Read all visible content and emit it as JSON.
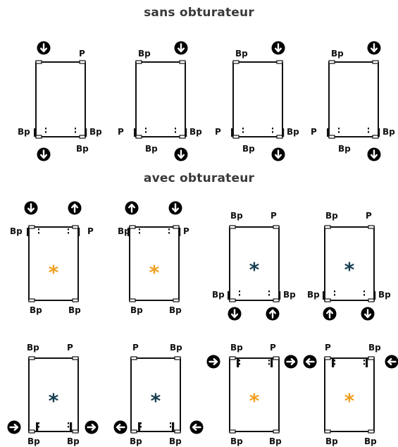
{
  "headings": {
    "top": "sans obturateur",
    "bottom": "avec obturateur"
  },
  "labels": {
    "p": "P",
    "bp": "Bp",
    "star": "*"
  },
  "colors": {
    "frame": "#111111",
    "star_orange": "#f0a020",
    "star_navy": "#163e50",
    "heading": "#3a3a3a"
  },
  "icons": {
    "down": "arrow-down-circle-icon",
    "up": "arrow-up-circle-icon",
    "right": "arrow-right-circle-icon",
    "left": "arrow-left-circle-icon"
  },
  "sections": [
    {
      "title_key": "top",
      "windows": [
        {
          "id": "top-1",
          "labels": [
            "Bp",
            "Bp",
            "P",
            "Bp"
          ],
          "arrows": [
            "down",
            "down"
          ],
          "star": ""
        },
        {
          "id": "top-2",
          "labels": [
            "P",
            "Bp",
            "Bp",
            "Bp"
          ],
          "arrows": [
            "down",
            "down"
          ],
          "star": ""
        },
        {
          "id": "top-3",
          "labels": [
            "P",
            "Bp",
            "Bp",
            "Bp"
          ],
          "arrows": [
            "down",
            "down"
          ],
          "star": ""
        },
        {
          "id": "top-4",
          "labels": [
            "P",
            "Bp",
            "Bp",
            "Bp"
          ],
          "arrows": [
            "down",
            "down"
          ],
          "star": ""
        }
      ]
    },
    {
      "title_key": "bottom",
      "windows": [
        {
          "id": "mid-1",
          "labels": [
            "Bp",
            "P",
            "Bp",
            "Bp"
          ],
          "arrows": [
            "down",
            "up"
          ],
          "star": "orange"
        },
        {
          "id": "mid-2",
          "labels": [
            "P",
            "Bp",
            "Bp",
            "Bp"
          ],
          "arrows": [
            "up",
            "down"
          ],
          "star": "orange"
        },
        {
          "id": "mid-3",
          "labels": [
            "Bp",
            "P",
            "Bp",
            "Bp"
          ],
          "arrows": [
            "down",
            "up"
          ],
          "star": "navy"
        },
        {
          "id": "mid-4",
          "labels": [
            "Bp",
            "P",
            "Bp",
            "Bp"
          ],
          "arrows": [
            "up",
            "down"
          ],
          "star": "navy"
        },
        {
          "id": "bot-1",
          "labels": [
            "Bp",
            "P",
            "Bp",
            "Bp"
          ],
          "arrows": [
            "right",
            "right"
          ],
          "star": "navy"
        },
        {
          "id": "bot-2",
          "labels": [
            "P",
            "Bp",
            "Bp",
            "Bp"
          ],
          "arrows": [
            "left",
            "left"
          ],
          "star": "navy"
        },
        {
          "id": "bot-3",
          "labels": [
            "Bp",
            "P",
            "Bp",
            "Bp"
          ],
          "arrows": [
            "right",
            "right"
          ],
          "star": "orange"
        },
        {
          "id": "bot-4",
          "labels": [
            "P",
            "Bp",
            "Bp",
            "Bp"
          ],
          "arrows": [
            "left",
            "left"
          ],
          "star": "orange"
        }
      ]
    }
  ]
}
